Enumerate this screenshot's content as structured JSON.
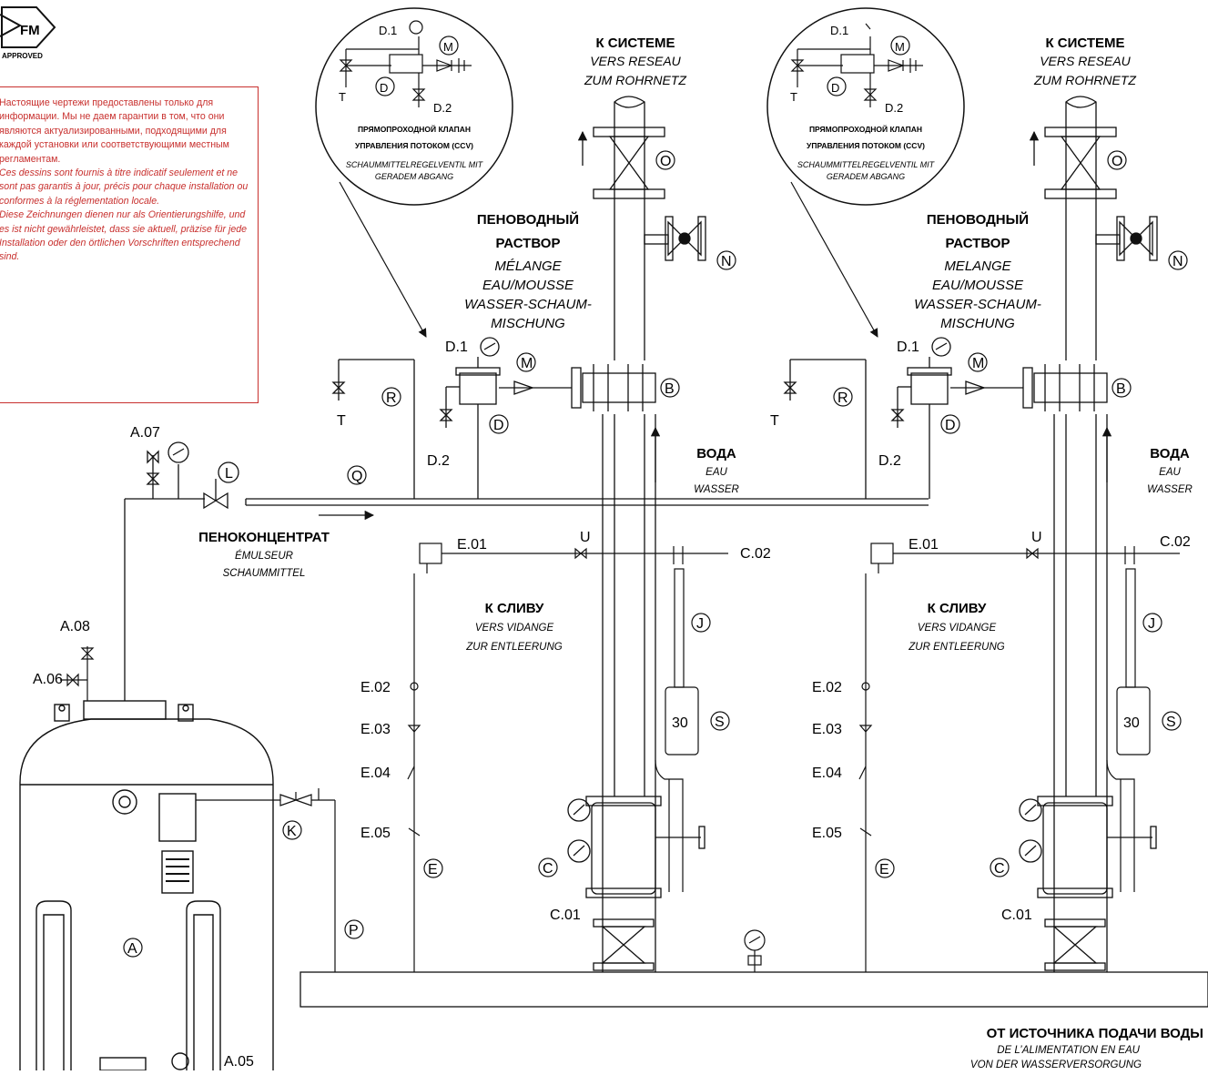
{
  "logo": {
    "text": "FM",
    "subtext": "APPROVED"
  },
  "disclaimer": {
    "ru": "Настоящие чертежи предоставлены только для информации. Мы не даем гарантии в том, что они являются актуализированными, подходящими для каждой установки или соответствующими местным регламентам.",
    "fr": "Ces dessins sont fournis à titre indicatif seulement et ne sont pas garantis à jour, précis pour chaque installation ou conformes à la réglementation locale.",
    "de": "Diese Zeichnungen dienen nur als Orientierungshilfe, und es ist nicht gewährleistet, dass sie aktuell, präzise für jede Installation oder den örtlichen Vorschriften entsprechend sind."
  },
  "labels": {
    "to_system_ru": "К СИСТЕМЕ",
    "to_system_fr": "VERS RESEAU",
    "to_system_de": "ZUM ROHRNETZ",
    "solution_ru_1": "ПЕНОВОДНЫЙ",
    "solution_ru_2": "РАСТВОР",
    "solution_fr_1": "MÉLANGE",
    "solution_fr_2": "EAU/MOUSSE",
    "solution_de_1": "WASSER-SCHAUM-",
    "solution_de_2": "MISCHUNG",
    "solution2_fr_1": "MELANGE",
    "ccv_ru_1": "ПРЯМОПРОХОДНОЙ КЛАПАН",
    "ccv_ru_2": "УПРАВЛЕНИЯ ПОТОКОМ (CCV)",
    "ccv_de_1": "SCHAUMMITTELREGELVENTIL MIT",
    "ccv_de_2": "GERADEM ABGANG",
    "water_ru": "ВОДА",
    "water_fr": "EAU",
    "water_de": "WASSER",
    "foam_ru": "ПЕНОКОНЦЕНТРАТ",
    "foam_fr": "ÉMULSEUR",
    "foam_de": "SCHAUMMITTEL",
    "drain_ru": "К СЛИВУ",
    "drain_fr": "VERS VIDANGE",
    "drain_de": "ZUR ENTLEERUNG",
    "supply_ru": "ОТ ИСТОЧНИКА ПОДАЧИ ВОДЫ",
    "supply_fr": "DE L’ALIMENTATION EN EAU",
    "supply_de": "VON DER WASSERVERSORGUNG",
    "timer": "30"
  },
  "tags": {
    "A": "A",
    "B": "B",
    "C": "C",
    "D": "D",
    "E": "E",
    "J": "J",
    "K": "K",
    "L": "L",
    "M": "M",
    "N": "N",
    "O": "O",
    "P": "P",
    "Q": "Q",
    "R": "R",
    "S": "S",
    "T": "T",
    "U": "U",
    "A05": "A.05",
    "A06": "A.06",
    "A07": "A.07",
    "A08": "A.08",
    "C01": "C.01",
    "C02": "C.02",
    "D1": "D.1",
    "D2": "D.2",
    "E01": "E.01",
    "E02": "E.02",
    "E03": "E.03",
    "E04": "E.04",
    "E05": "E.05"
  }
}
